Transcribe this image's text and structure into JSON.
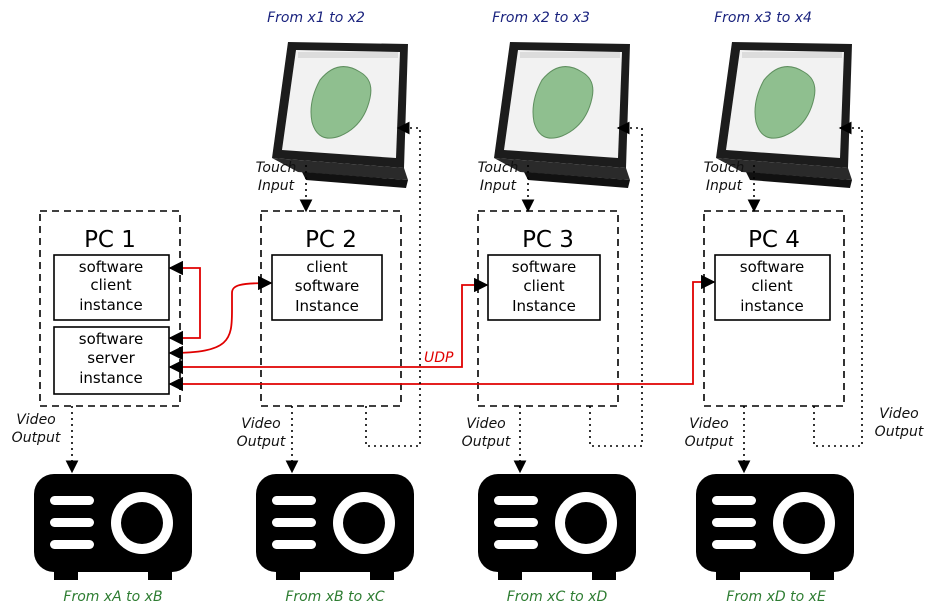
{
  "colors": {
    "monitor_range_text": "#1a237e",
    "projector_range_text": "#2e7d32",
    "network_link": "#e00000",
    "hand_model": "#8fbf8f"
  },
  "monitors": [
    {
      "range": "From x1 to x2",
      "input_label_1": "Touch",
      "input_label_2": "Input"
    },
    {
      "range": "From x2 to x3",
      "input_label_1": "Touch",
      "input_label_2": "Input"
    },
    {
      "range": "From x3 to x4",
      "input_label_1": "Touch",
      "input_label_2": "Input"
    }
  ],
  "pcs": [
    {
      "title": "PC 1",
      "client_box": [
        "software",
        "client",
        "instance"
      ],
      "server_box": [
        "software",
        "server",
        "instance"
      ],
      "output_label_1": "Video",
      "output_label_2": "Output"
    },
    {
      "title": "PC 2",
      "client_box": [
        "client",
        "software",
        "Instance"
      ],
      "output_label_1": "Video",
      "output_label_2": "Output",
      "monitor_output_1": "",
      "monitor_output_2": ""
    },
    {
      "title": "PC 3",
      "client_box": [
        "software",
        "client",
        "Instance"
      ],
      "output_label_1": "Video",
      "output_label_2": "Output"
    },
    {
      "title": "PC 4",
      "client_box": [
        "software",
        "client",
        "instance"
      ],
      "output_label_1": "Video",
      "output_label_2": "Output",
      "monitor_output_1": "Video",
      "monitor_output_2": "Output"
    }
  ],
  "network": {
    "label": "UDP"
  },
  "projectors": [
    {
      "range": "From xA to xB",
      "icon": "projector-icon"
    },
    {
      "range": "From xB to xC",
      "icon": "projector-icon"
    },
    {
      "range": "From xC to xD",
      "icon": "projector-icon"
    },
    {
      "range": "From xD to xE",
      "icon": "projector-icon"
    }
  ]
}
